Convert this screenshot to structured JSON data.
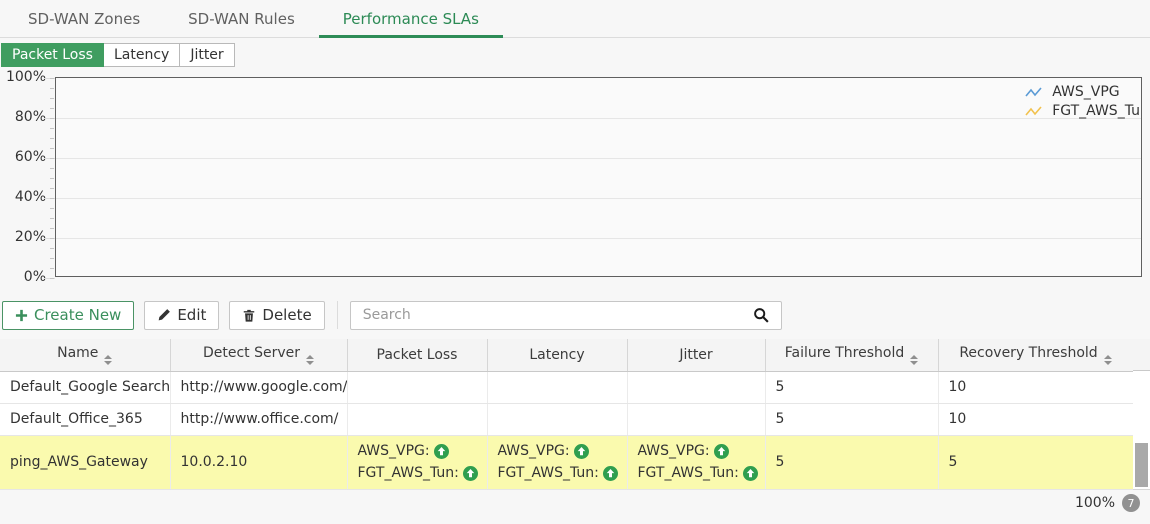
{
  "tabs": {
    "items": [
      {
        "label": "SD-WAN Zones",
        "active": false
      },
      {
        "label": "SD-WAN Rules",
        "active": false
      },
      {
        "label": "Performance SLAs",
        "active": true
      }
    ]
  },
  "subtabs": {
    "items": [
      {
        "label": "Packet Loss",
        "active": true
      },
      {
        "label": "Latency",
        "active": false
      },
      {
        "label": "Jitter",
        "active": false
      }
    ]
  },
  "chart": {
    "y_ticks": [
      "100%",
      "80%",
      "60%",
      "40%",
      "20%",
      "0%"
    ],
    "legend": [
      {
        "label": "AWS_VPG",
        "color": "#5b9bd5"
      },
      {
        "label": "FGT_AWS_Tu",
        "color": "#f2c24e"
      }
    ]
  },
  "chart_data": {
    "type": "line",
    "ylim": [
      0,
      100
    ],
    "y_unit": "%",
    "y_ticks": [
      "0%",
      "20%",
      "40%",
      "60%",
      "80%",
      "100%"
    ],
    "grid": true,
    "legend_position": "top-right",
    "series": [
      {
        "name": "AWS_VPG",
        "color": "#5b9bd5",
        "values": []
      },
      {
        "name": "FGT_AWS_Tu",
        "color": "#f2c24e",
        "values": []
      }
    ]
  },
  "toolbar": {
    "create_new": "Create New",
    "edit": "Edit",
    "delete": "Delete",
    "search_placeholder": "Search"
  },
  "table": {
    "columns": [
      {
        "label": "Name",
        "sortable": true
      },
      {
        "label": "Detect Server",
        "sortable": true
      },
      {
        "label": "Packet Loss",
        "sortable": false
      },
      {
        "label": "Latency",
        "sortable": false
      },
      {
        "label": "Jitter",
        "sortable": false
      },
      {
        "label": "Failure Threshold",
        "sortable": true
      },
      {
        "label": "Recovery Threshold",
        "sortable": true
      }
    ],
    "rows": [
      {
        "name": "Default_Google Search",
        "detect_server": "http://www.google.com/",
        "packet_loss": [],
        "latency": [],
        "jitter": [],
        "failure_threshold": "5",
        "recovery_threshold": "10",
        "selected": false
      },
      {
        "name": "Default_Office_365",
        "detect_server": "http://www.office.com/",
        "packet_loss": [],
        "latency": [],
        "jitter": [],
        "failure_threshold": "5",
        "recovery_threshold": "10",
        "selected": false
      },
      {
        "name": "ping_AWS_Gateway",
        "detect_server": "10.0.2.10",
        "packet_loss": [
          "AWS_VPG:",
          "FGT_AWS_Tun:"
        ],
        "latency": [
          "AWS_VPG:",
          "FGT_AWS_Tun:"
        ],
        "jitter": [
          "AWS_VPG:",
          "FGT_AWS_Tun:"
        ],
        "failure_threshold": "5",
        "recovery_threshold": "5",
        "selected": true
      }
    ]
  },
  "statusbar": {
    "zoom_level": "100%",
    "notification_count": "7"
  },
  "colors": {
    "accent_green": "#3f9d60",
    "selected_row_yellow": "#fafaae",
    "status_up_green": "#2f9e4f"
  }
}
